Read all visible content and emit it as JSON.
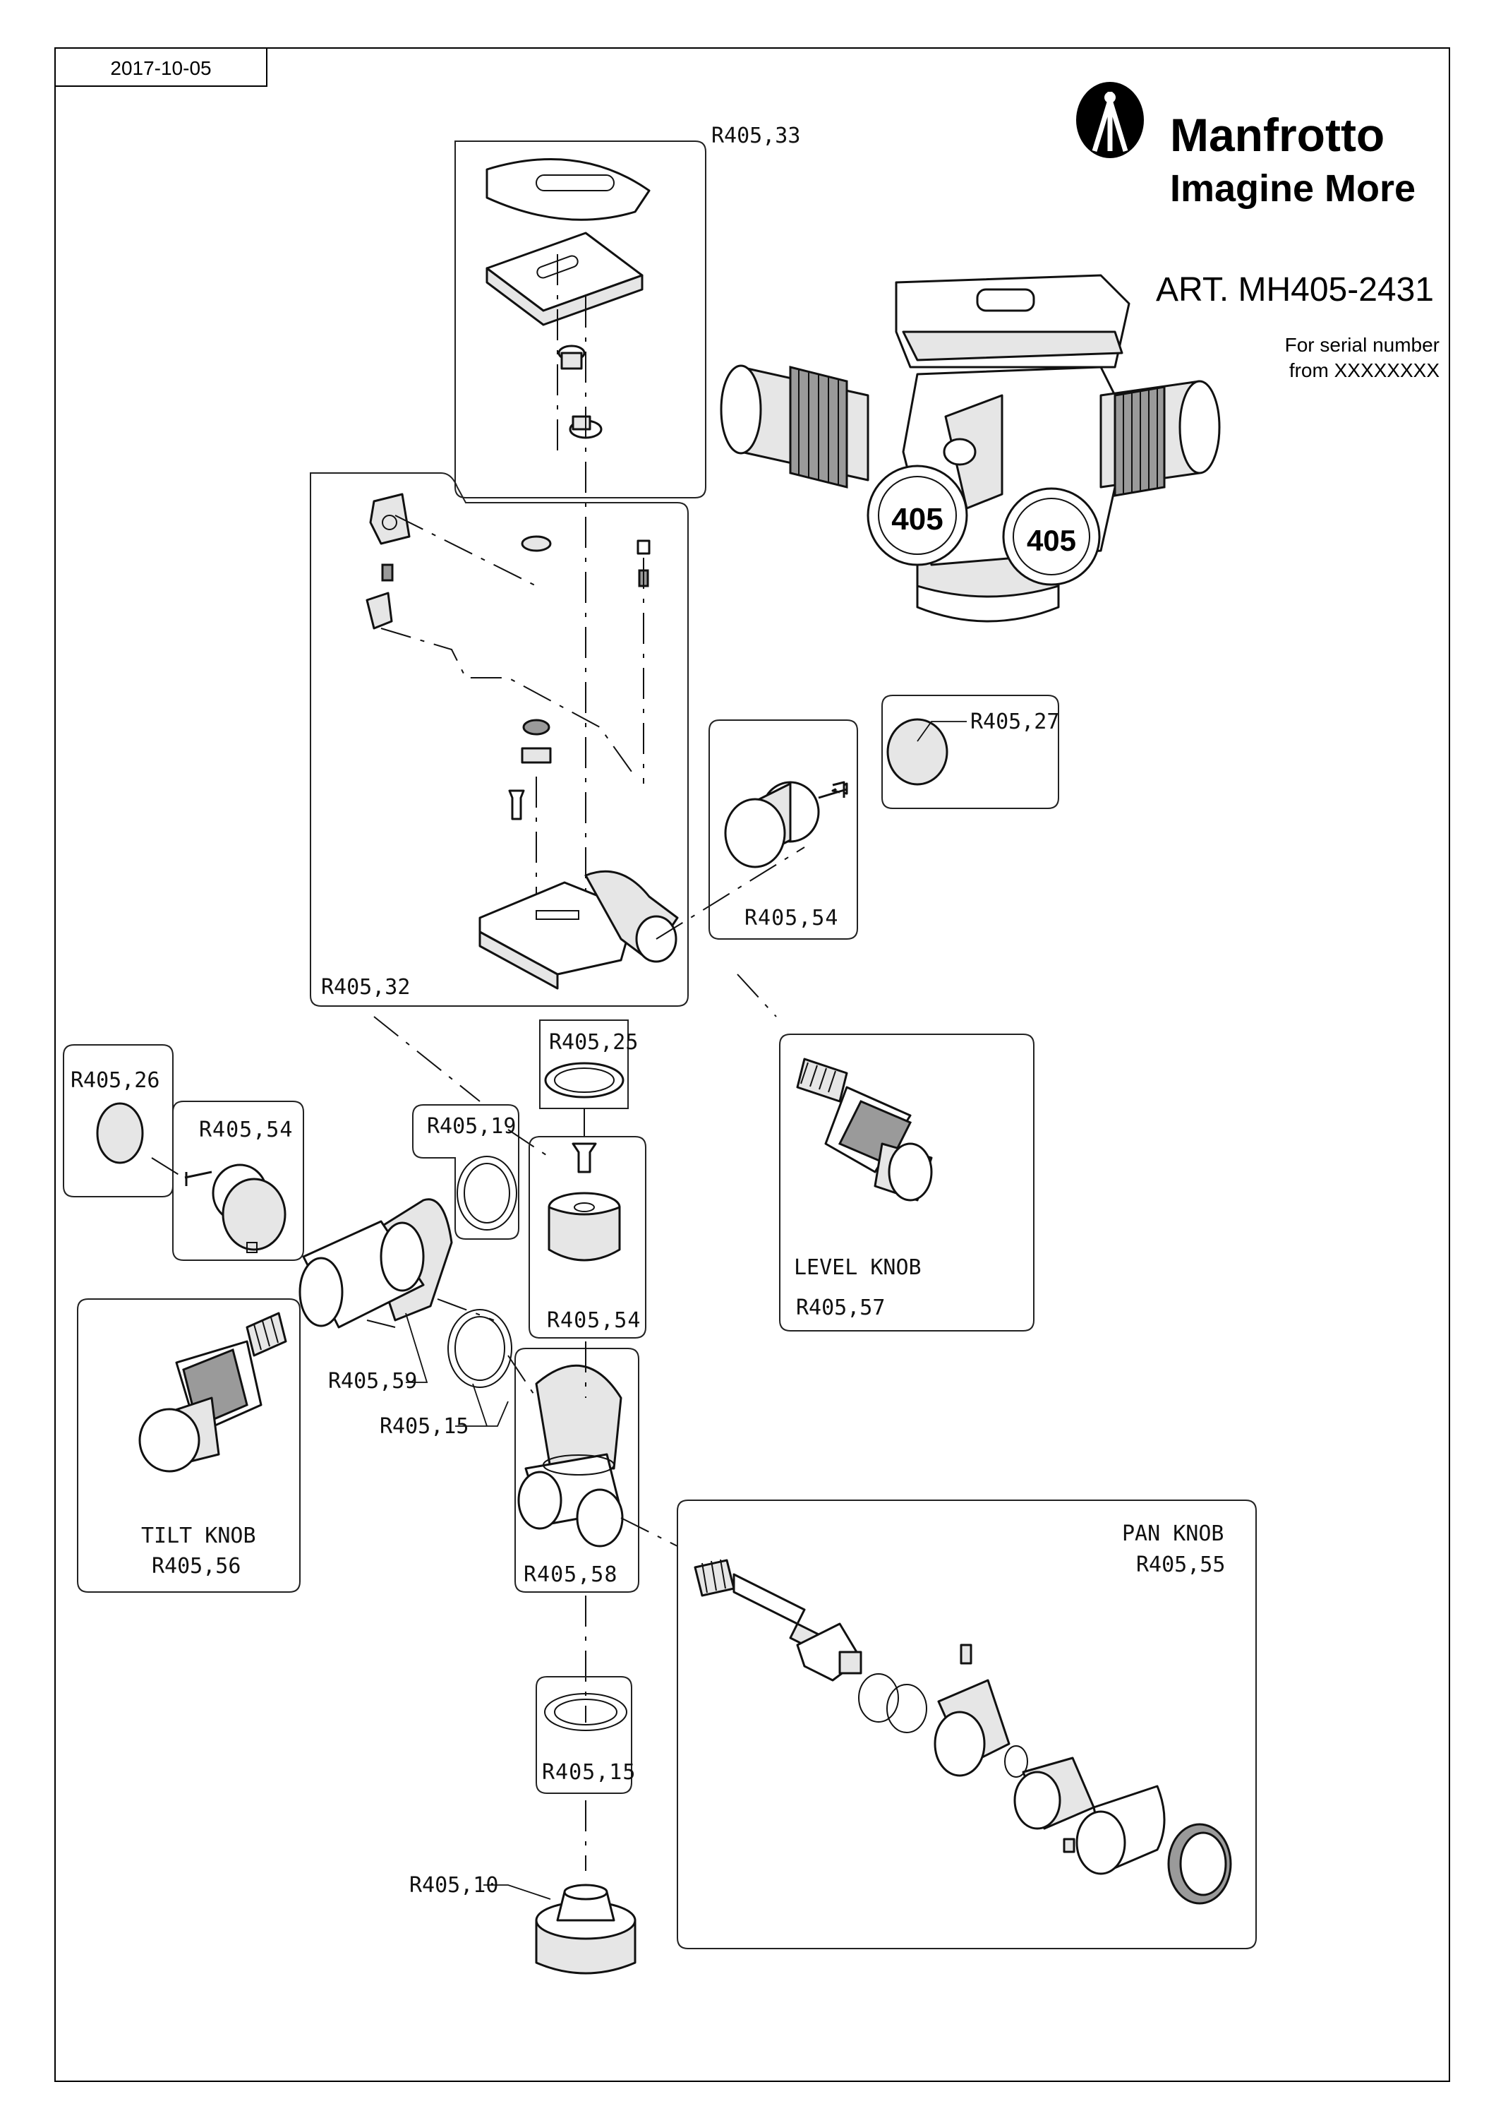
{
  "date": "2017-10-05",
  "brand": {
    "name": "Manfrotto",
    "tagline": "Imagine More"
  },
  "article": "ART. MH405-2431",
  "serial": {
    "line1": "For serial number",
    "line2": "from XXXXXXXX"
  },
  "parts": {
    "r405_33": "R405,33",
    "r405_32": "R405,32",
    "r405_27": "R405,27",
    "r405_54_top": "R405,54",
    "r405_25": "R405,25",
    "r405_26": "R405,26",
    "r405_54_left": "R405,54",
    "r405_19": "R405,19",
    "r405_54_mid": "R405,54",
    "level_knob_name": "LEVEL KNOB",
    "level_knob_code": "R405,57",
    "r405_59": "R405,59",
    "r405_15_a": "R405,15",
    "tilt_knob_name": "TILT KNOB",
    "tilt_knob_code": "R405,56",
    "r405_58": "R405,58",
    "pan_knob_name": "PAN KNOB",
    "pan_knob_code": "R405,55",
    "r405_15_b": "R405,15",
    "r405_10": "R405,10"
  },
  "dial_text": "405"
}
